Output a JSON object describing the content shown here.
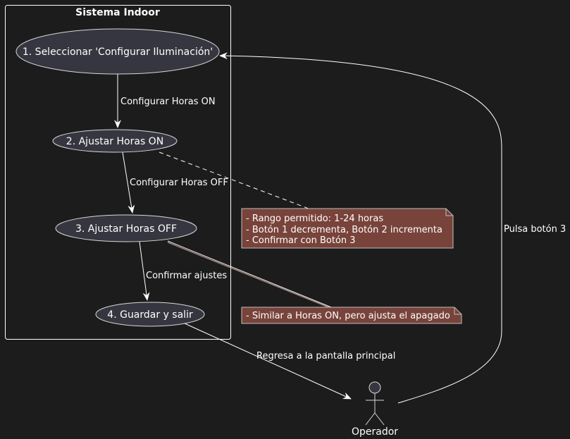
{
  "diagram": {
    "system_title": "Sistema Indoor",
    "use_cases": [
      {
        "id": "uc1",
        "label": "1. Seleccionar 'Configurar Iluminación'"
      },
      {
        "id": "uc2",
        "label": "2. Ajustar Horas ON"
      },
      {
        "id": "uc3",
        "label": "3. Ajustar Horas OFF"
      },
      {
        "id": "uc4",
        "label": "4. Guardar y salir"
      }
    ],
    "actor": {
      "label": "Operador"
    },
    "edges": [
      {
        "from": "uc1",
        "to": "uc2",
        "label": "Configurar Horas ON"
      },
      {
        "from": "uc2",
        "to": "uc3",
        "label": "Configurar Horas OFF"
      },
      {
        "from": "uc3",
        "to": "uc4",
        "label": "Confirmar ajustes"
      },
      {
        "from": "uc4",
        "to": "actor",
        "label": "Regresa a la pantalla principal"
      },
      {
        "from": "actor",
        "to": "uc1",
        "label": "Pulsa botón 3"
      }
    ],
    "notes": [
      {
        "attached_to": "uc2",
        "lines": [
          "- Rango permitido: 1-24 horas",
          "- Botón 1 decrementa, Botón 2 incrementa",
          "- Confirmar con Botón 3"
        ]
      },
      {
        "attached_to": "uc3",
        "lines": [
          "- Similar a Horas ON, pero ajusta el apagado"
        ]
      }
    ],
    "colors": {
      "background": "#1c1c1c",
      "use_case_fill": "#363640",
      "note_fill": "#78433a",
      "line": "#ffffff"
    }
  }
}
